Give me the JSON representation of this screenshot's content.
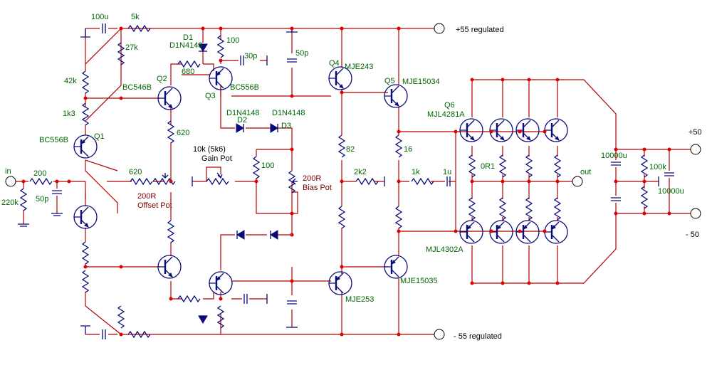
{
  "rails": {
    "pos_reg": "+55 regulated",
    "neg_reg": "- 55 regulated",
    "pos_in": "+50",
    "neg_in": "- 50"
  },
  "io": {
    "input": "in",
    "output": "out"
  },
  "resistors": {
    "r_220k": "220k",
    "r_200": "200",
    "r_42k": "42k",
    "r_1k3": "1k3",
    "r_27k": "27k",
    "r_5k": "5k",
    "r_680": "680",
    "r_100_top": "100",
    "r_620_v": "620",
    "r_620_h": "620",
    "r_100_gain": "100",
    "r_82": "82",
    "r_2k2": "2k2",
    "r_16": "16",
    "r_1k": "1k",
    "r_0r1": "0R1",
    "r_100k": "100k"
  },
  "capacitors": {
    "c_100u": "100u",
    "c_50p_in": "50p",
    "c_30p": "30p",
    "c_50p_vas": "50p",
    "c_1u": "1u",
    "c_10000u_a": "10000u",
    "c_10000u_b": "10000u"
  },
  "pots": {
    "gain_value": "10k (5k6)",
    "gain_name": "Gain Pot",
    "offset_value": "200R",
    "offset_name": "Offset  Pot",
    "bias_value": "200R",
    "bias_name": "Bias Pot"
  },
  "transistors": {
    "q1_type": "BC556B",
    "q1": "Q1",
    "q2_type": "BC546B",
    "q2": "Q2",
    "q3": "Q3",
    "q3_type": "BC556B",
    "q4": "Q4",
    "q4_type": "MJE243",
    "q5": "Q5",
    "q5_type": "MJE15034",
    "q6": "Q6",
    "q6_type": "MJL4281A",
    "q_out_neg_type": "MJL4302A",
    "q_drv_neg_type": "MJE15035",
    "q_vas_neg_type": "MJE253"
  },
  "diodes": {
    "d1": "D1",
    "d1_type": "D1N4148",
    "d2": "D2",
    "d2_type": "D1N4148",
    "d3": "D3",
    "d3_type": "D1N4148"
  },
  "colors": {
    "wire": "#b00000",
    "component": "#0a0a7a",
    "node": "#e00000",
    "label": "#006400",
    "pot_label": "#7a0000"
  }
}
